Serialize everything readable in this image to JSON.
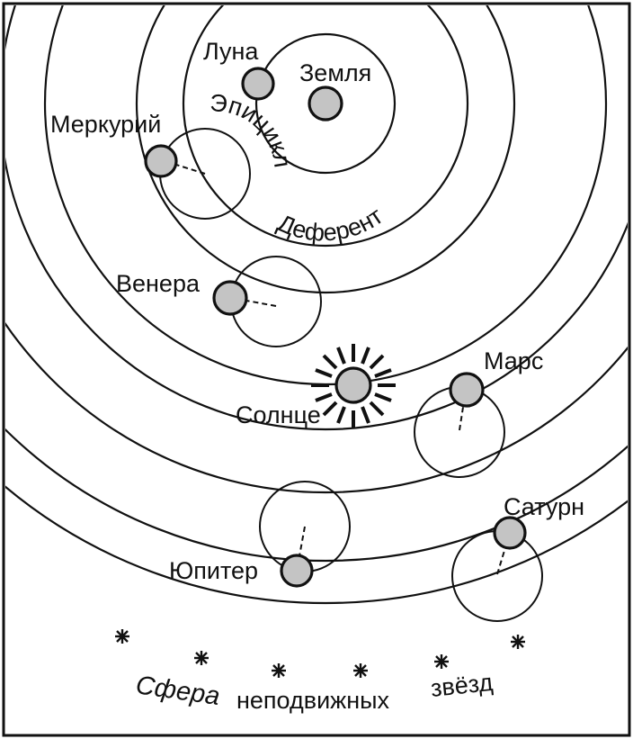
{
  "labels": {
    "moon": "Луна",
    "earth": "Земля",
    "mercury": "Меркурий",
    "epicycle": "Эпицикл",
    "deferent": "Деферент",
    "venus": "Венера",
    "sun": "Солнце",
    "mars": "Марс",
    "jupiter": "Юпитер",
    "saturn": "Сатурн",
    "sphere_word1": "Сфера",
    "sphere_word2": "неподвижных",
    "sphere_word3": "звёзд"
  },
  "colors": {
    "planet_fill": "#c4c4c4",
    "line": "#111111",
    "background": "#ffffff"
  }
}
